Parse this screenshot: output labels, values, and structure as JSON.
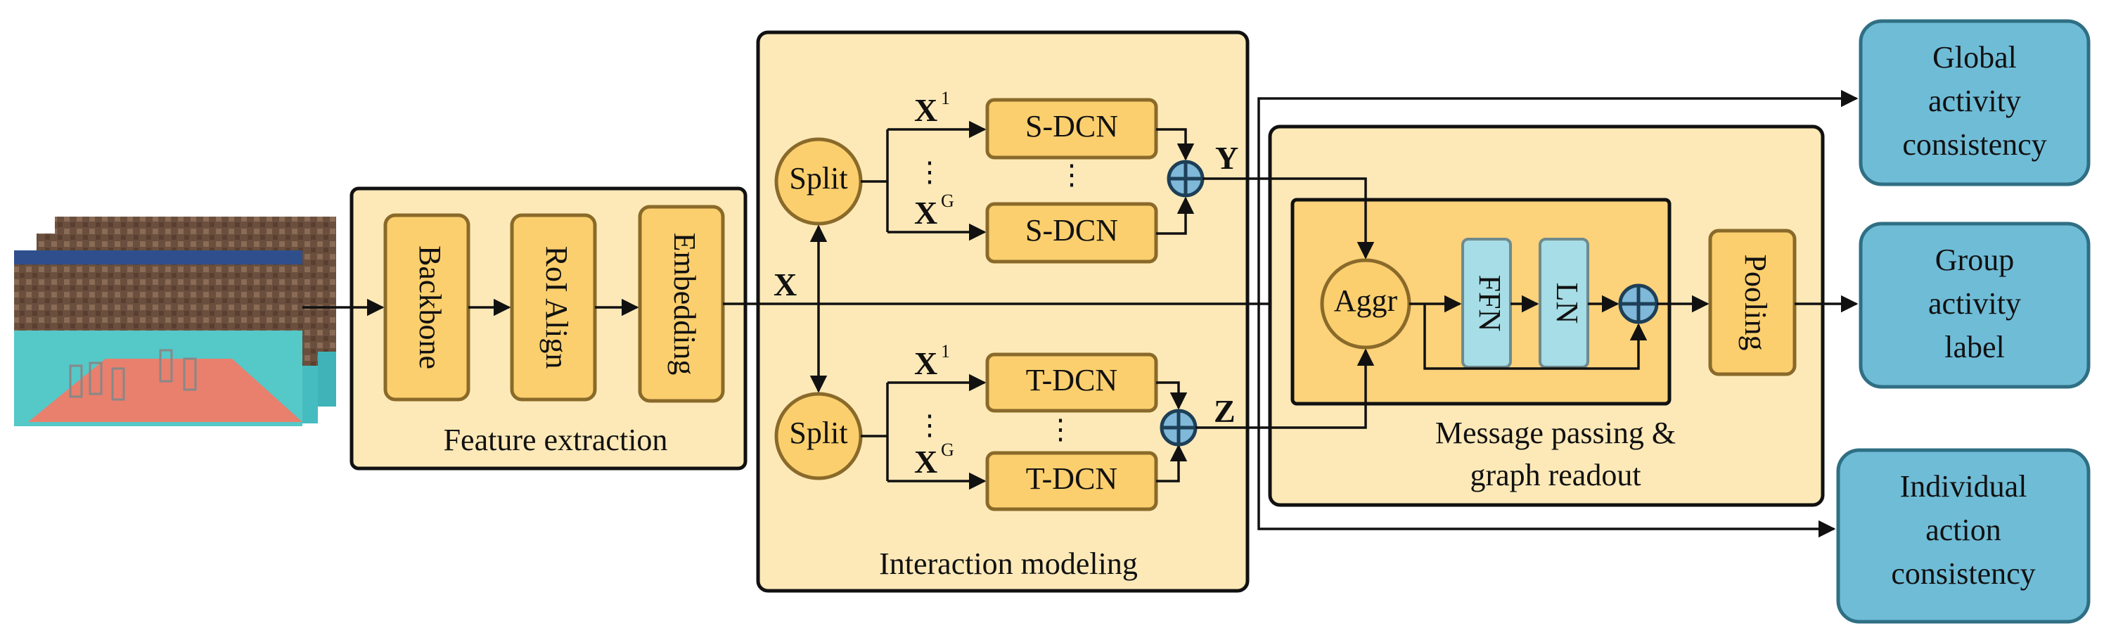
{
  "diagram": {
    "input_frames": "video frames",
    "feature_extraction": {
      "title": "Feature extraction",
      "blocks": [
        "Backbone",
        "RoI Align",
        "Embedding"
      ]
    },
    "interaction_modeling": {
      "title": "Interaction modeling",
      "split_label": "Split",
      "spatial_block": "S-DCN",
      "temporal_block": "T-DCN",
      "branch_first_var": "X",
      "branch_first_sup": "1",
      "branch_last_var": "X",
      "branch_last_sup": "G",
      "ellipsis_v": "⋮",
      "output_spatial": "Y",
      "output_temporal": "Z"
    },
    "feature_var": "X",
    "message_passing": {
      "title_line1": "Message passing &",
      "title_line2": "graph readout",
      "aggr": "Aggr",
      "ffn": "FFN",
      "ln": "LN",
      "pooling": "Pooling"
    },
    "outputs": {
      "global": [
        "Global",
        "activity",
        "consistency"
      ],
      "group": [
        "Group",
        "activity",
        "label"
      ],
      "individual": [
        "Individual",
        "action",
        "consistency"
      ]
    },
    "colors": {
      "panel_fill": "#fde9b8",
      "inner_panel_fill": "#fcd27a",
      "block_fill": "#fbcf6e",
      "norm_block_fill": "#a6dde6",
      "output_fill": "#6fbcd7",
      "plus_fill": "#7fb8d8"
    }
  }
}
